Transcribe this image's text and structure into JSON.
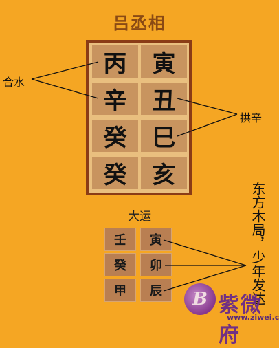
{
  "title": "吕丞相",
  "bazi": {
    "rows": [
      [
        "丙",
        "寅"
      ],
      [
        "辛",
        "丑"
      ],
      [
        "癸",
        "巳"
      ],
      [
        "癸",
        "亥"
      ]
    ]
  },
  "annotations": {
    "left": "合水",
    "right": "拱辛",
    "vertical": "东方木局，少年发达"
  },
  "dayun": {
    "title": "大运",
    "rows": [
      [
        "壬",
        "寅"
      ],
      [
        "癸",
        "卯"
      ],
      [
        "甲",
        "辰"
      ]
    ]
  },
  "watermark": {
    "logo": "B",
    "text": "紫微府",
    "url": "www.ziwei.com"
  }
}
